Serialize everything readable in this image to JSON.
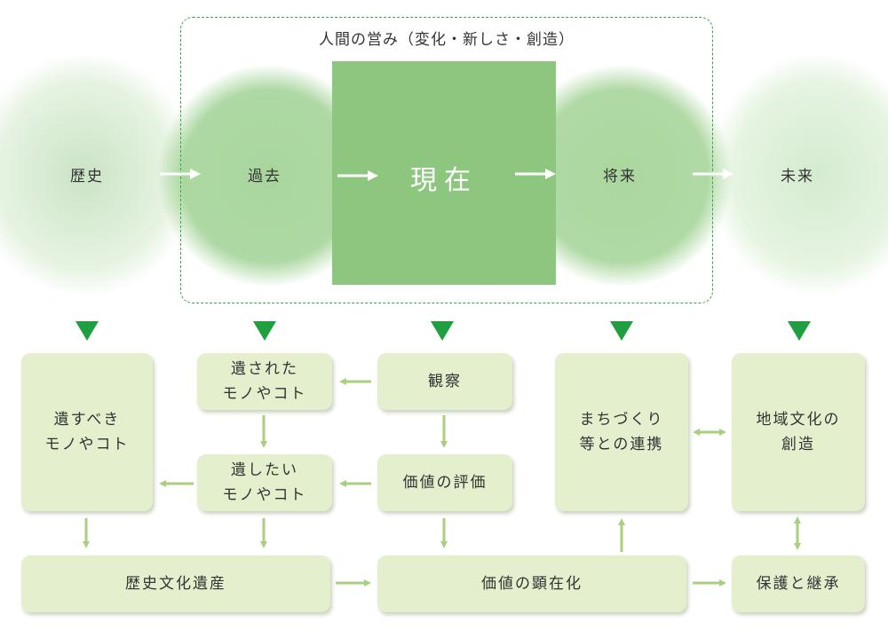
{
  "header": {
    "human_activity_label": "人間の営み（変化・新しさ・創造）"
  },
  "timeline": {
    "history": "歴史",
    "past": "過去",
    "present": "現在",
    "future": "将来",
    "far_future": "未来"
  },
  "boxes": {
    "to_preserve": "遺すべき\nモノやコト",
    "left_behind": "遺された\nモノやコト",
    "want_to_preserve": "遺したい\nモノやコト",
    "observation": "観察",
    "value_evaluation": "価値の評価",
    "community_link": "まちづくり\n等との連携",
    "regional_culture": "地域文化の\n創造",
    "cultural_heritage": "歴史文化遺産",
    "value_visualization": "価値の顕在化",
    "protection_inheritance": "保護と継承"
  },
  "colors": {
    "accent": "#1f9f3f",
    "box_fill": "#e3efcd",
    "connector": "#a9cf7f",
    "present": "#8dc67e"
  }
}
